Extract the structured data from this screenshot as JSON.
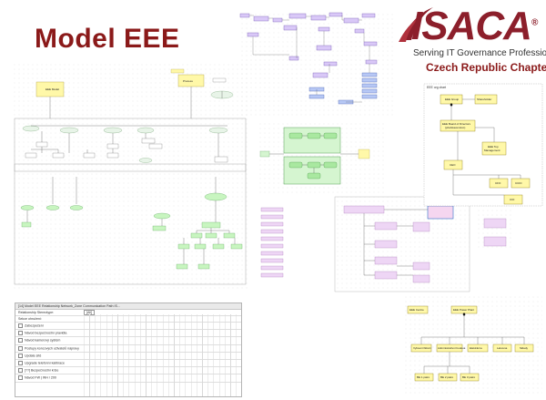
{
  "page": {
    "title": "Model EEE"
  },
  "logo": {
    "wordmark": "ISACA",
    "registered": "®",
    "tagline": "Serving IT Governance Professionals",
    "chapter": "Czech Republic Chapter"
  },
  "org_chart": {
    "header": "EEE org chart",
    "nodes": [
      {
        "id": "eee_group",
        "label": "EEE Group"
      },
      {
        "id": "shareholder",
        "label": "Shareholder"
      },
      {
        "id": "board",
        "label": "EEE Board of Directors (představenstvo)"
      },
      {
        "id": "top_mgmt",
        "label": "EEE Top Management"
      },
      {
        "id": "ceo",
        "label": "CEO"
      },
      {
        "id": "cfo",
        "label": "CFO"
      },
      {
        "id": "ccio",
        "label": "CCIO"
      },
      {
        "id": "cio",
        "label": "CIO"
      }
    ]
  },
  "hierarchy": {
    "nodes": [
      {
        "id": "eee_centre",
        "label": "EEE Centre"
      },
      {
        "id": "eee_power",
        "label": "EEE Power Plant"
      },
      {
        "id": "vybavni",
        "label": "Vybavní fiktivní"
      },
      {
        "id": "admin",
        "label": "Administrativní budova"
      },
      {
        "id": "elektrarna",
        "label": "Elektrárna"
      },
      {
        "id": "lakovna",
        "label": "Lakovna"
      },
      {
        "id": "skady",
        "label": "Sklady"
      },
      {
        "id": "l1",
        "label": "BE 1 patro"
      },
      {
        "id": "l2",
        "label": "BE 2 patro"
      },
      {
        "id": "l3",
        "label": "BE 3 patro"
      }
    ]
  },
  "matrix": {
    "tab_bar": "[14] Model EEE  Relationship  Network_Zone  Communication Path  IS...",
    "relationship_label": "Relationship Stereotype:",
    "relationship_value": "[All]",
    "source_label": "Sekce ohrožení:",
    "rows": [
      "Zabezpečení",
      "Návod bezpečnostní pravidla",
      "Návod kamerový systém",
      "Postupy koncových uživatelů nápravy",
      "Update sítě",
      "Upgrade telefonní kalibrace",
      "[??] Bezpečnostní krize",
      "Návod FW | WH / 200"
    ]
  }
}
